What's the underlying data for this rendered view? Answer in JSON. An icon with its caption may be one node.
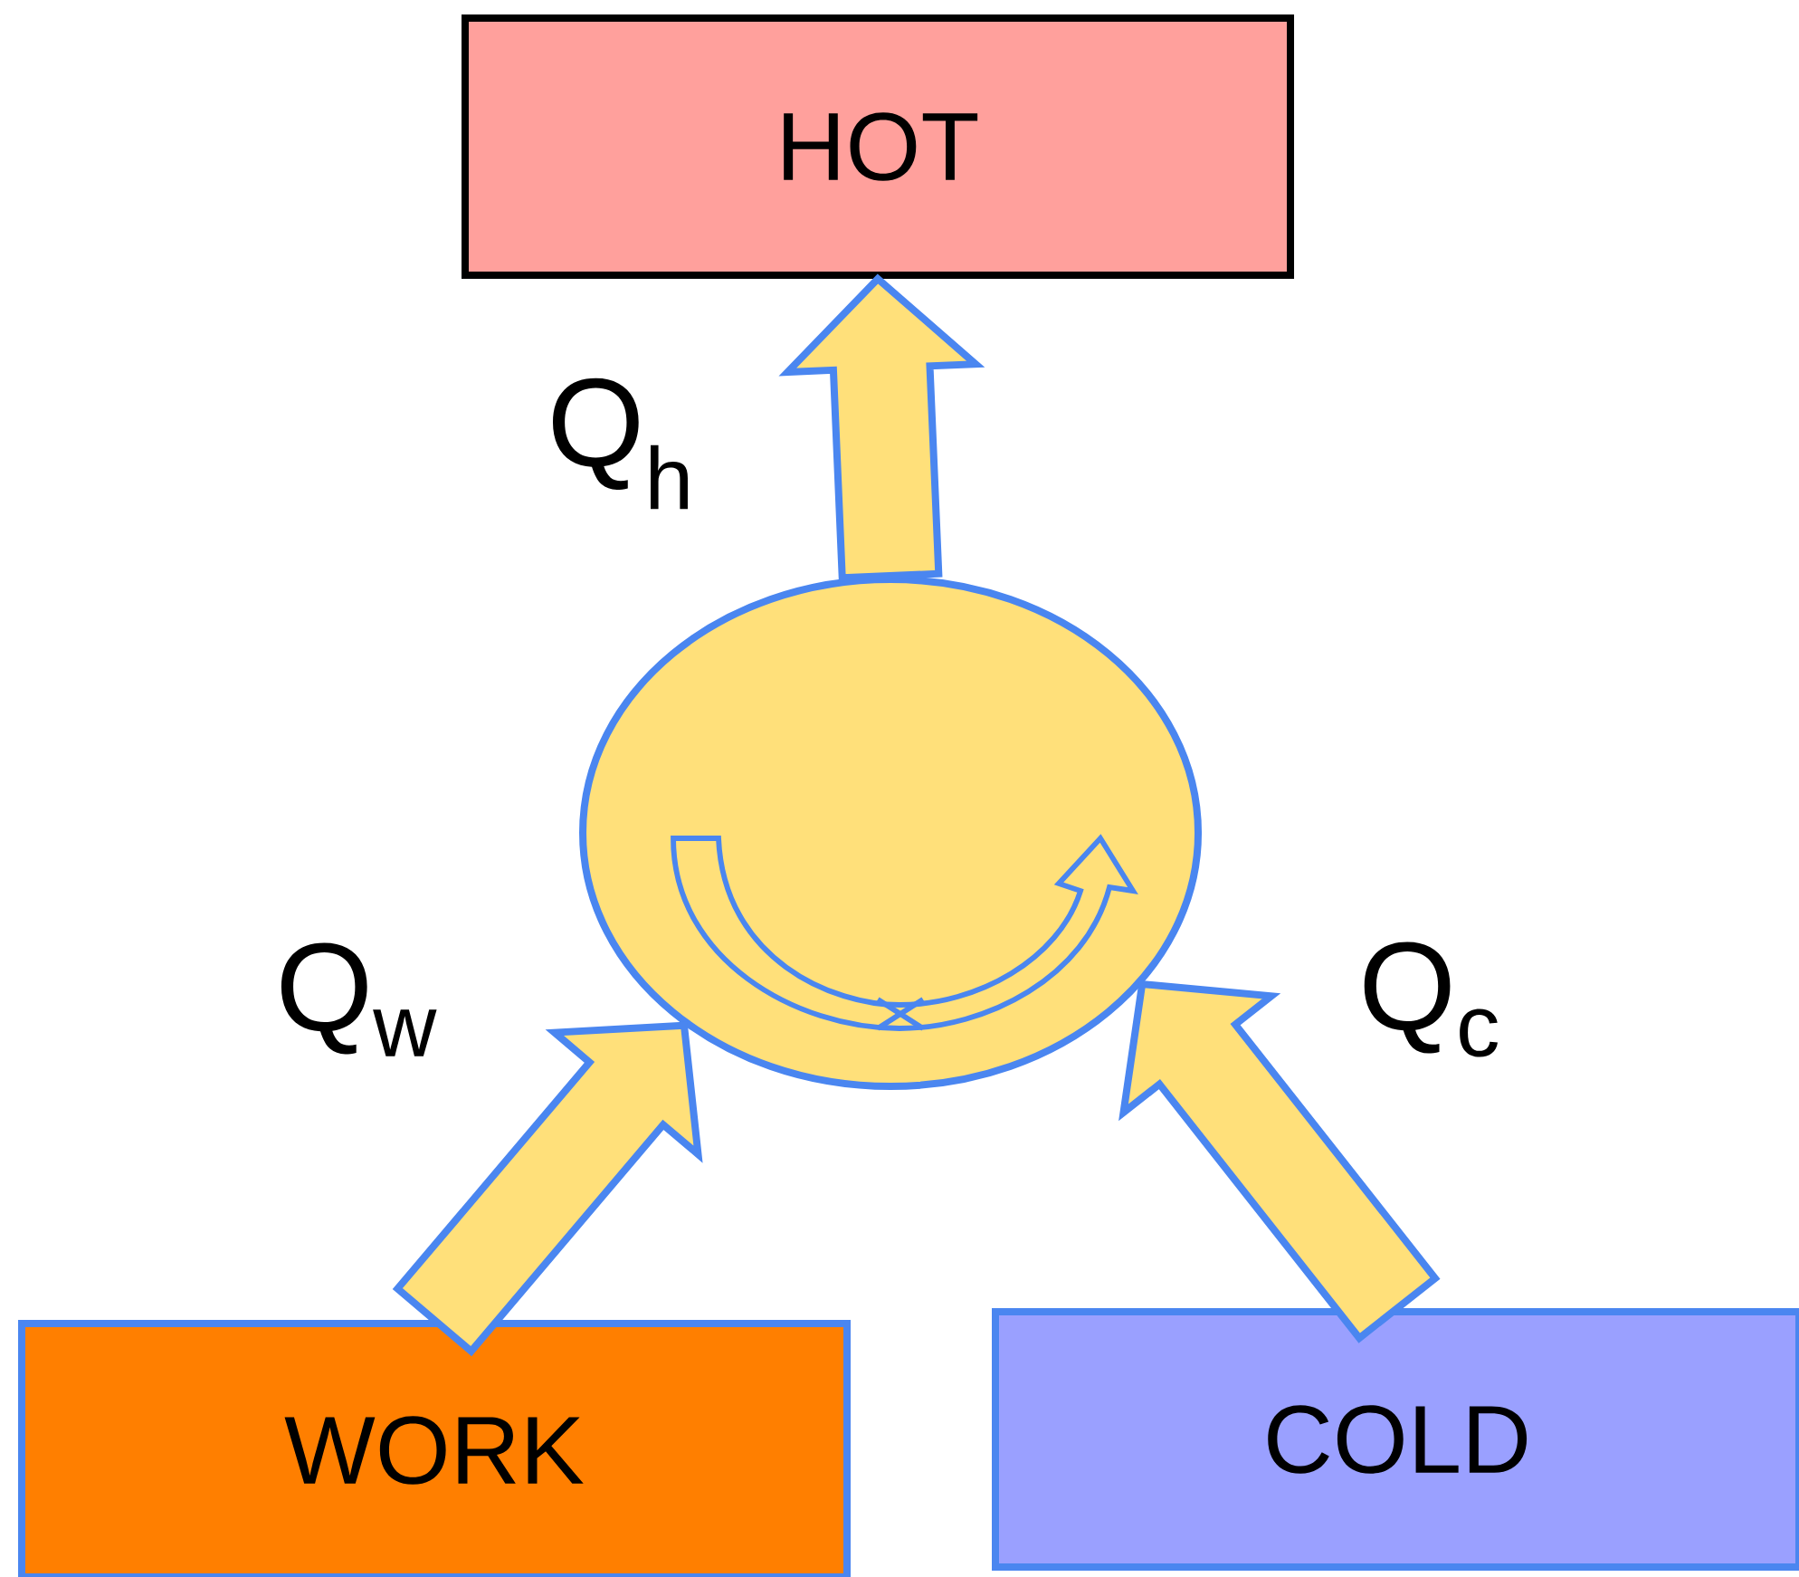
{
  "diagram": {
    "nodes": [
      {
        "text": [
          "HOT"
        ]
      },
      {
        "text": [],
        "shape": "circle"
      },
      {
        "text": [
          "WORK"
        ]
      },
      {
        "text": [
          "COLD"
        ]
      }
    ],
    "edges": [
      {
        "from": 1,
        "to": 0,
        "arrow": "to",
        "label": "Q$_{h}$"
      },
      {
        "from": 2,
        "to": 1,
        "arrow": "to",
        "label": "Q$_{w}$"
      },
      {
        "from": 3,
        "to": 1,
        "arrow": "to",
        "label": "Q$_{c}$"
      }
    ]
  }
}
